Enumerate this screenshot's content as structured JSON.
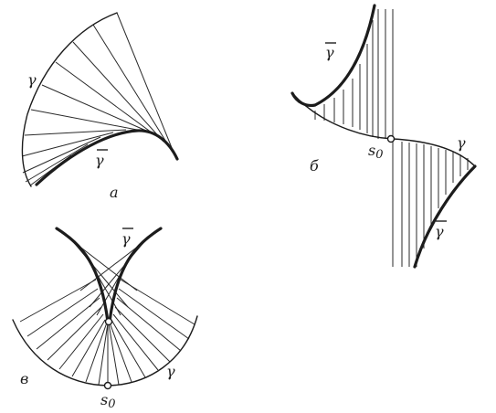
{
  "panels": {
    "a": {
      "caption": "а",
      "curve_label": "γ",
      "evolute_label": "γ"
    },
    "b": {
      "caption": "б",
      "curve_label": "γ",
      "evolute_label_top": "γ",
      "evolute_label_bottom": "γ",
      "point_label": "s",
      "point_subscript": "0"
    },
    "c": {
      "caption": "в",
      "curve_label": "γ",
      "evolute_label": "γ",
      "point_label": "s",
      "point_subscript": "0"
    }
  },
  "colors": {
    "ink": "#1c1c1c",
    "paper": "#ffffff"
  }
}
